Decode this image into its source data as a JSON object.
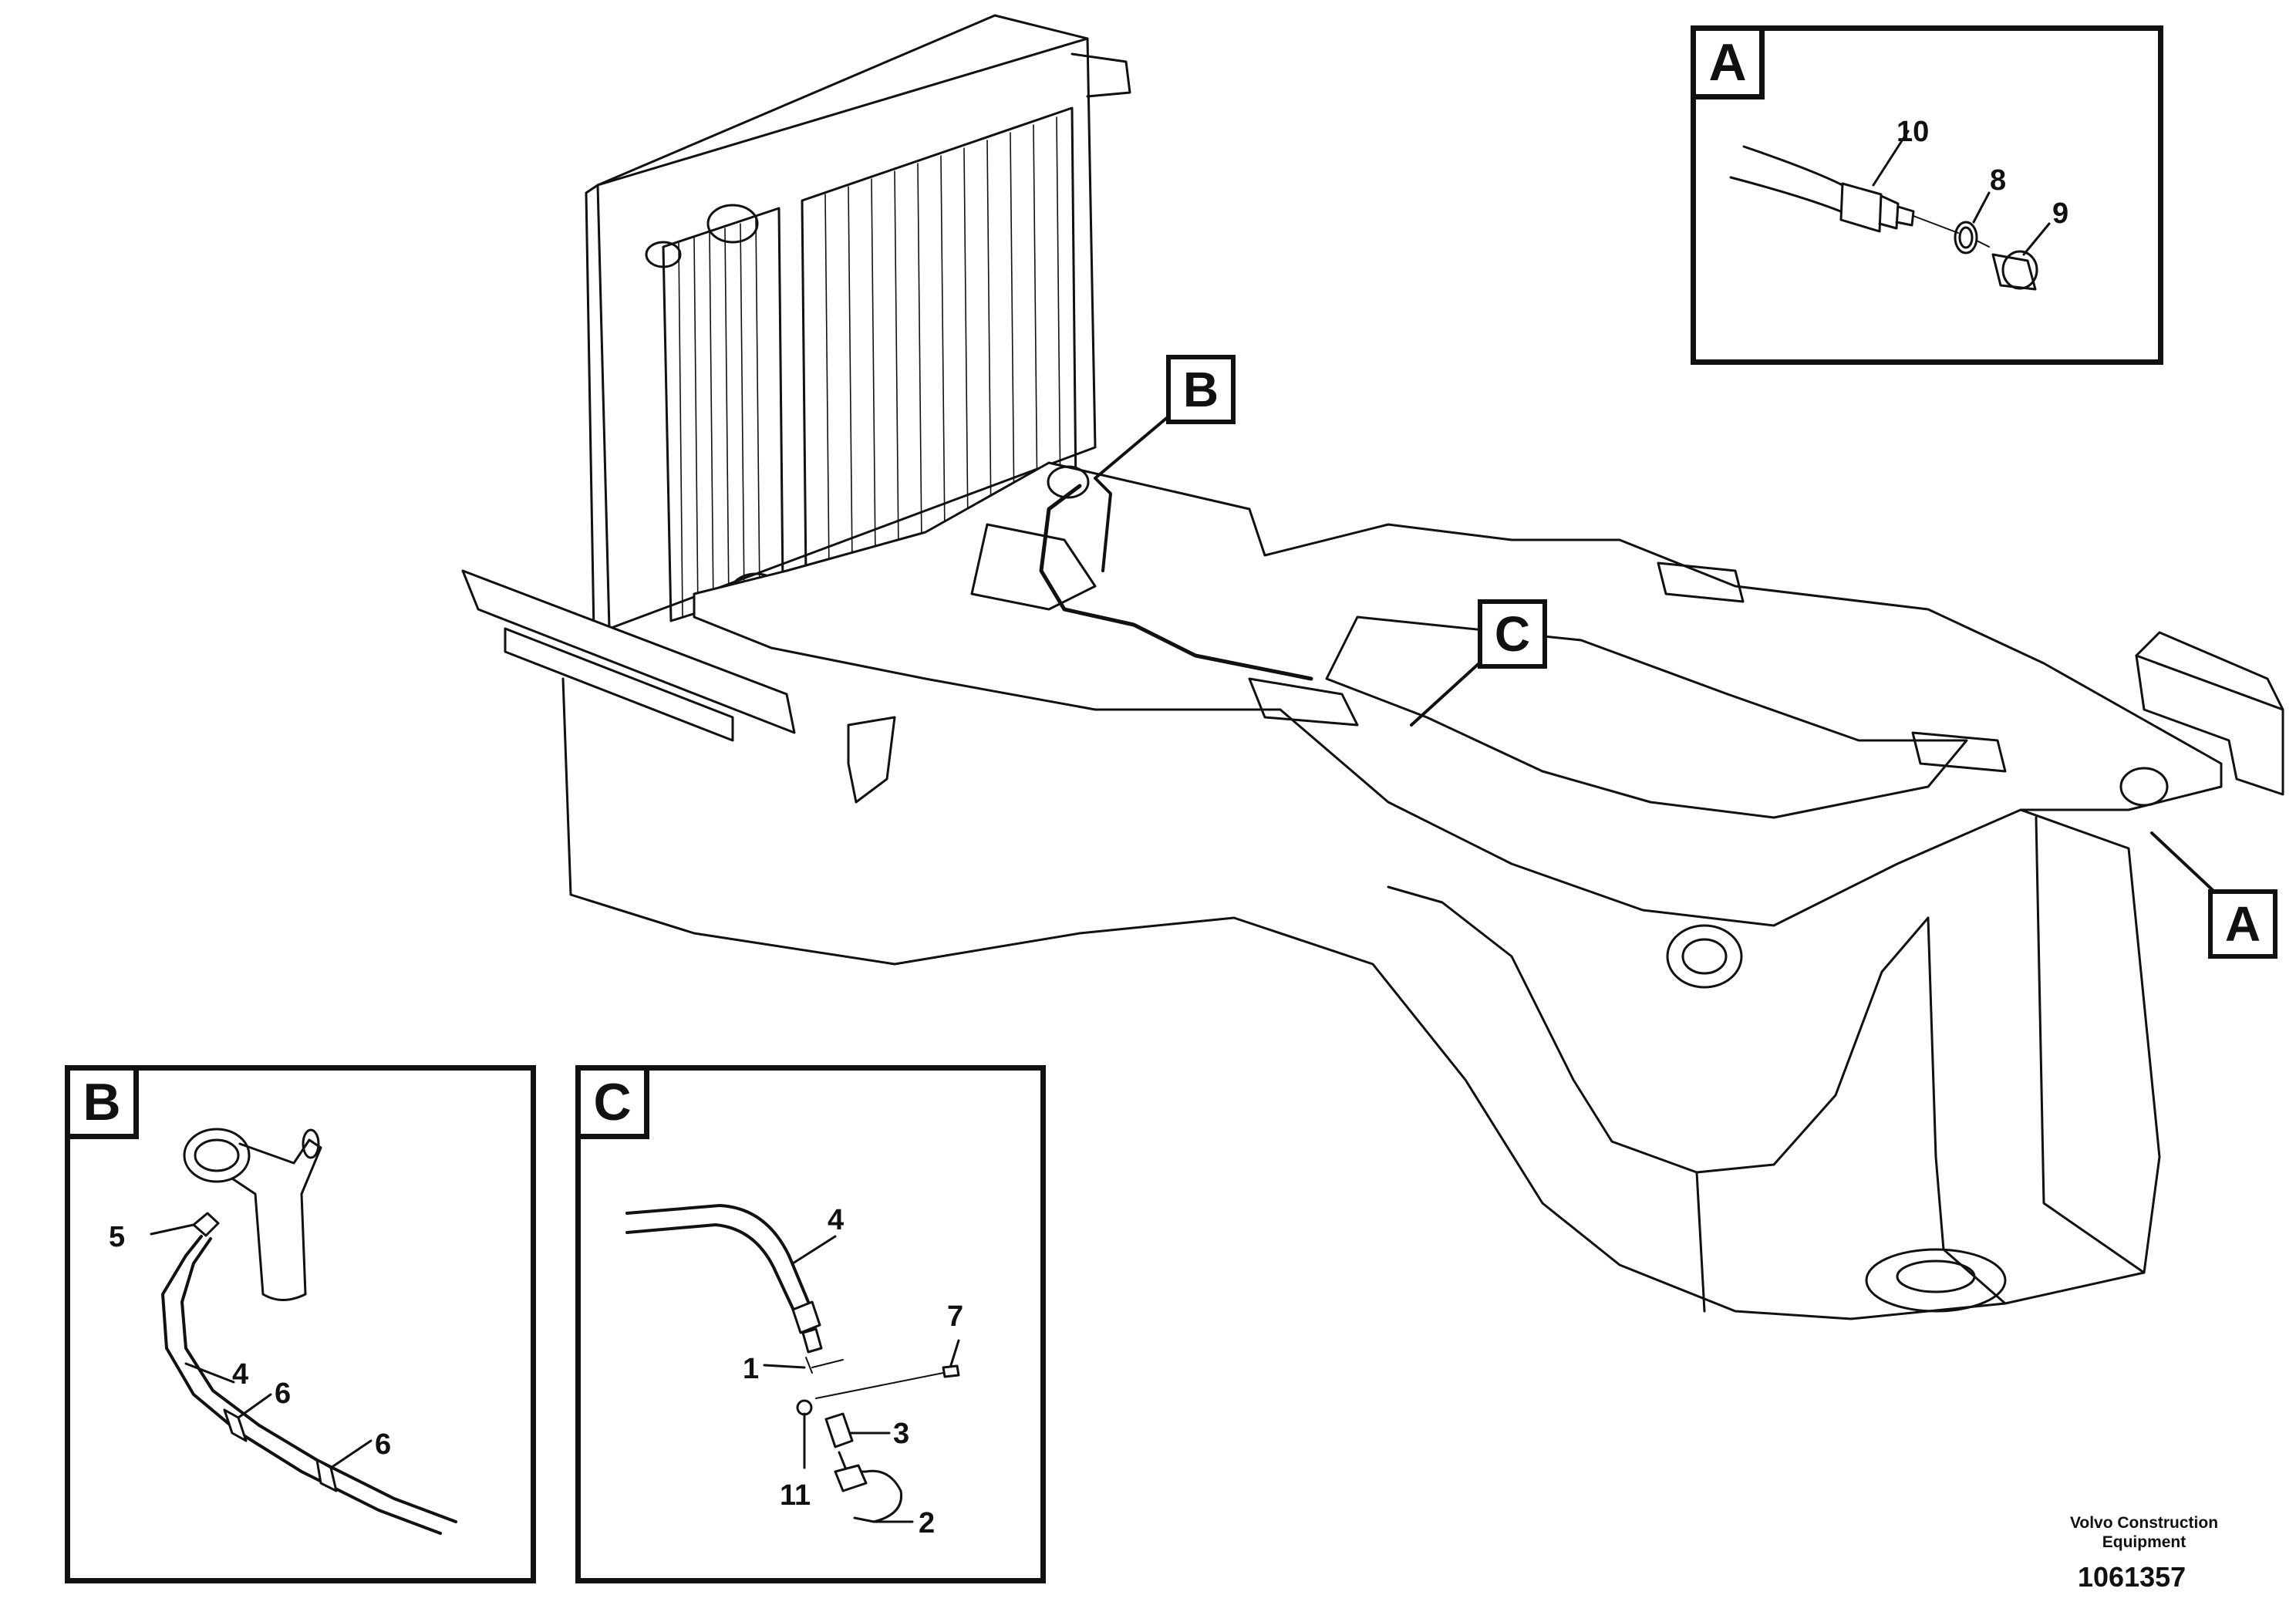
{
  "main": {
    "callouts": {
      "a": "A",
      "b": "B",
      "c": "C"
    }
  },
  "detail_a": {
    "tag": "A",
    "labels": {
      "hose": "10",
      "seal": "8",
      "plug": "9"
    }
  },
  "detail_b": {
    "tag": "B",
    "labels": {
      "nipple": "5",
      "hose": "4",
      "clamp_1": "6",
      "clamp_2": "6"
    }
  },
  "detail_c": {
    "tag": "C",
    "labels": {
      "hose": "4",
      "strap": "7",
      "seal": "1",
      "fitting": "3",
      "screw": "11",
      "clip": "2"
    }
  },
  "footer": {
    "brand_line_1": "Volvo Construction",
    "brand_line_2": "Equipment",
    "figure_id": "1061357"
  }
}
